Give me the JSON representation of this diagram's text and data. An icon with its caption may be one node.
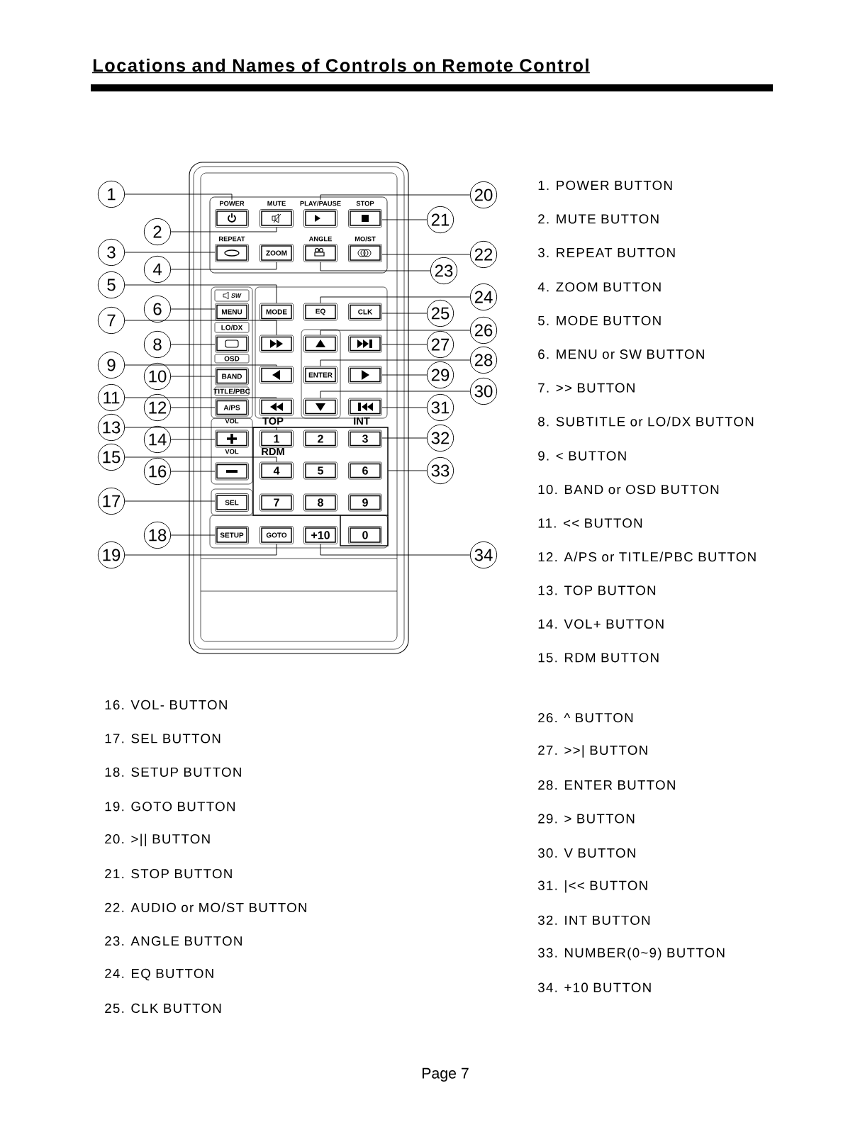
{
  "diagram": {
    "title": "Locations and Names of Controls on Remote Control",
    "nodes": [
      {
        "text": [
          "1"
        ]
      },
      {
        "text": [
          "2"
        ]
      },
      {
        "text": [
          "3"
        ]
      },
      {
        "text": [
          "4"
        ]
      },
      {
        "text": [
          "5"
        ]
      },
      {
        "text": [
          "6"
        ]
      },
      {
        "text": [
          "7"
        ]
      },
      {
        "text": [
          "8"
        ]
      },
      {
        "text": [
          "9"
        ]
      },
      {
        "text": [
          "10"
        ]
      },
      {
        "text": [
          "11"
        ]
      },
      {
        "text": [
          "12"
        ]
      },
      {
        "text": [
          "13"
        ]
      },
      {
        "text": [
          "14"
        ]
      },
      {
        "text": [
          "15"
        ]
      },
      {
        "text": [
          "16"
        ]
      },
      {
        "text": [
          "17"
        ]
      },
      {
        "text": [
          "18"
        ]
      },
      {
        "text": [
          "19"
        ]
      },
      {
        "text": [
          "20"
        ]
      },
      {
        "text": [
          "21"
        ]
      },
      {
        "text": [
          "22"
        ]
      },
      {
        "text": [
          "23"
        ]
      },
      {
        "text": [
          "24"
        ]
      },
      {
        "text": [
          "25"
        ]
      },
      {
        "text": [
          "26"
        ]
      },
      {
        "text": [
          "27"
        ]
      },
      {
        "text": [
          "28"
        ]
      },
      {
        "text": [
          "29"
        ]
      },
      {
        "text": [
          "30"
        ]
      },
      {
        "text": [
          "31"
        ]
      },
      {
        "text": [
          "32"
        ]
      },
      {
        "text": [
          "33"
        ]
      },
      {
        "text": [
          "34"
        ]
      },
      {
        "text": [],
        "shape": "box"
      },
      {
        "text": [
          "POWER"
        ]
      },
      {
        "text": [
          "MUTE"
        ]
      },
      {
        "text": [
          "PLAY/PAUSE"
        ]
      },
      {
        "text": [
          "STOP"
        ]
      },
      {
        "text": [
          "REPEAT"
        ]
      },
      {
        "text": [
          "ZOOM"
        ]
      },
      {
        "text": [
          "ANGLE"
        ]
      },
      {
        "text": [
          "MO/ST"
        ]
      },
      {
        "text": [
          "SW"
        ]
      },
      {
        "text": [
          "MENU"
        ]
      },
      {
        "text": [
          "MODE"
        ]
      },
      {
        "text": [
          "EQ"
        ]
      },
      {
        "text": [
          "CLK"
        ]
      },
      {
        "text": [
          "LO/DX"
        ]
      },
      {
        "text": [],
        "shape": "box"
      },
      {
        "text": [],
        "shape": "box"
      },
      {
        "text": [],
        "shape": "box"
      },
      {
        "text": [],
        "shape": "box"
      },
      {
        "text": [
          "OSD"
        ]
      },
      {
        "text": [
          "BAND"
        ]
      },
      {
        "text": [],
        "shape": "box"
      },
      {
        "text": [
          "ENTER"
        ]
      },
      {
        "text": [],
        "shape": "box"
      },
      {
        "text": [
          "TITLE/PBC"
        ]
      },
      {
        "text": [
          "A/PS"
        ]
      },
      {
        "text": [],
        "shape": "box"
      },
      {
        "text": [],
        "shape": "box"
      },
      {
        "text": [],
        "shape": "box"
      },
      {
        "text": [
          "VOL"
        ]
      },
      {
        "text": [
          "1"
        ],
        "in": 34
      },
      {
        "text": [
          "2"
        ],
        "in": 34
      },
      {
        "text": [
          "3"
        ],
        "in": 34
      },
      {
        "text": [
          "VOL"
        ]
      },
      {
        "text": [
          "4"
        ],
        "in": 34
      },
      {
        "text": [
          "5"
        ],
        "in": 34
      },
      {
        "text": [
          "6"
        ],
        "in": 34
      },
      {
        "text": [
          "SEL"
        ]
      },
      {
        "text": [
          "7"
        ],
        "in": 34
      },
      {
        "text": [
          "8"
        ],
        "in": 34
      },
      {
        "text": [
          "9"
        ],
        "in": 34
      },
      {
        "text": [
          "SETUP"
        ]
      },
      {
        "text": [
          "GOTO"
        ]
      },
      {
        "text": [
          "+10"
        ]
      },
      {
        "text": [
          "0"
        ]
      }
    ],
    "edges": [
      {
        "from": 0,
        "to": 35,
        "arrow": "none"
      },
      {
        "from": 1,
        "to": 36,
        "arrow": "none"
      },
      {
        "from": 2,
        "to": 39,
        "arrow": "none"
      },
      {
        "from": 3,
        "to": 40,
        "arrow": "none"
      },
      {
        "from": 4,
        "to": 45,
        "arrow": "none"
      },
      {
        "from": 5,
        "to": 44,
        "arrow": "none"
      },
      {
        "from": 6,
        "to": 50,
        "arrow": "none"
      },
      {
        "from": 7,
        "to": 49,
        "arrow": "none"
      },
      {
        "from": 8,
        "to": 55,
        "arrow": "none"
      },
      {
        "from": 9,
        "to": 54,
        "arrow": "none"
      },
      {
        "from": 10,
        "to": 60,
        "arrow": "none"
      },
      {
        "from": 11,
        "to": 59,
        "arrow": "none"
      },
      {
        "from": 12,
        "to": 64,
        "arrow": "none"
      },
      {
        "from": 13,
        "to": 63,
        "arrow": "none"
      },
      {
        "from": 14,
        "to": 68,
        "arrow": "none"
      },
      {
        "from": 15,
        "to": 67,
        "arrow": "none"
      },
      {
        "from": 16,
        "to": 71,
        "arrow": "none"
      },
      {
        "from": 17,
        "to": 75,
        "arrow": "none"
      },
      {
        "from": 18,
        "to": 76,
        "arrow": "none"
      },
      {
        "from": 19,
        "to": 37,
        "arrow": "none"
      },
      {
        "from": 20,
        "to": 38,
        "arrow": "none"
      },
      {
        "from": 21,
        "to": 42,
        "arrow": "none"
      },
      {
        "from": 22,
        "to": 41,
        "arrow": "none"
      },
      {
        "from": 23,
        "to": 46,
        "arrow": "none"
      },
      {
        "from": 24,
        "to": 47,
        "arrow": "none"
      },
      {
        "from": 25,
        "to": 51,
        "arrow": "none"
      },
      {
        "from": 26,
        "to": 52,
        "arrow": "none"
      },
      {
        "from": 27,
        "to": 56,
        "arrow": "none"
      },
      {
        "from": 28,
        "to": 57,
        "arrow": "none"
      },
      {
        "from": 29,
        "to": 61,
        "arrow": "none"
      },
      {
        "from": 30,
        "to": 62,
        "arrow": "none"
      },
      {
        "from": 31,
        "to": 66,
        "arrow": "none"
      },
      {
        "from": 32,
        "to": 34,
        "arrow": "none"
      },
      {
        "from": 33,
        "to": 77,
        "arrow": "none"
      }
    ],
    "labels": [
      "TOP",
      "INT",
      "RDM",
      "1. POWER BUTTON",
      "2. MUTE BUTTON",
      "3. REPEAT BUTTON",
      "4. ZOOM BUTTON",
      "5. MODE BUTTON",
      "6. MENU or SW BUTTON",
      "7. >> BUTTON",
      "8. SUBTITLE or LO/DX BUTTON",
      "9. < BUTTON",
      "10. BAND or OSD BUTTON",
      "11. << BUTTON",
      "12. A/PS or TITLE/PBC BUTTON",
      "13. TOP BUTTON",
      "14. VOL+ BUTTON",
      "15. RDM BUTTON",
      "16. VOL- BUTTON",
      "17. SEL BUTTON",
      "18. SETUP BUTTON",
      "19. GOTO BUTTON",
      "20. >|| BUTTON",
      "21. STOP BUTTON",
      "22. AUDIO or MO/ST BUTTON",
      "23. ANGLE BUTTON",
      "24. EQ BUTTON",
      "25. CLK BUTTON",
      "26. ^ BUTTON",
      "27. >>| BUTTON",
      "28. ENTER BUTTON",
      "29. > BUTTON",
      "30. V BUTTON",
      "31. |<< BUTTON",
      "32. INT BUTTON",
      "33. NUMBER(0~9) BUTTON",
      "34. +10 BUTTON",
      "Page 7"
    ]
  }
}
